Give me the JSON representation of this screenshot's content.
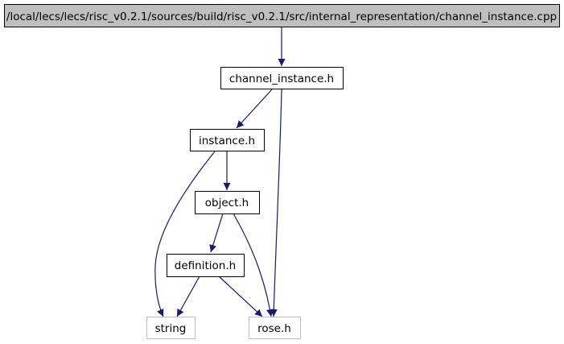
{
  "diagram": {
    "type": "include-dependency-graph",
    "nodes": [
      {
        "id": "root",
        "label": "/local/lecs/lecs/risc_v0.2.1/sources/build/risc_v0.2.1/src/internal_representation/channel_instance.cpp",
        "style": "root"
      },
      {
        "id": "channel_instance_h",
        "label": "channel_instance.h",
        "style": "normal"
      },
      {
        "id": "instance_h",
        "label": "instance.h",
        "style": "normal"
      },
      {
        "id": "object_h",
        "label": "object.h",
        "style": "normal"
      },
      {
        "id": "definition_h",
        "label": "definition.h",
        "style": "normal"
      },
      {
        "id": "string",
        "label": "string",
        "style": "external"
      },
      {
        "id": "rose_h",
        "label": "rose.h",
        "style": "external"
      }
    ],
    "edges": [
      {
        "from": "root",
        "to": "channel_instance_h"
      },
      {
        "from": "channel_instance_h",
        "to": "instance_h"
      },
      {
        "from": "channel_instance_h",
        "to": "rose_h"
      },
      {
        "from": "instance_h",
        "to": "object_h"
      },
      {
        "from": "instance_h",
        "to": "string"
      },
      {
        "from": "object_h",
        "to": "definition_h"
      },
      {
        "from": "object_h",
        "to": "rose_h"
      },
      {
        "from": "definition_h",
        "to": "string"
      },
      {
        "from": "definition_h",
        "to": "rose_h"
      }
    ],
    "colors": {
      "root_fill": "#bfbfbf",
      "node_fill": "#ffffff",
      "node_border": "#000000",
      "external_border": "#bfbfbf",
      "edge": "#191970"
    }
  }
}
